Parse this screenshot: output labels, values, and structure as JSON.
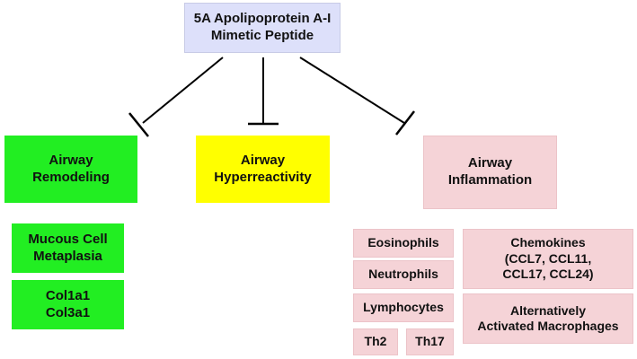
{
  "colors": {
    "top": "#dde0fa",
    "green": "#22ee22",
    "yellow": "#ffff00",
    "pink": "#f5d3d7",
    "line": "#000000"
  },
  "top": {
    "label": "5A Apolipoprotein A-I\nMimetic Peptide"
  },
  "branches": {
    "remodeling": {
      "label": "Airway\nRemodeling"
    },
    "hyperreactivity": {
      "label": "Airway\nHyperreactivity"
    },
    "inflammation": {
      "label": "Airway\nInflammation"
    }
  },
  "remodeling_items": {
    "mucous": "Mucous Cell\nMetaplasia",
    "collagen": "Col1a1\nCol3a1"
  },
  "inflammation_items": {
    "eosinophils": "Eosinophils",
    "neutrophils": "Neutrophils",
    "lymphocytes": "Lymphocytes",
    "th2": "Th2",
    "th17": "Th17",
    "chemokines": "Chemokines\n(CCL7, CCL11,\nCCL17, CCL24)",
    "macrophages": "Alternatively\nActivated Macrophages"
  }
}
